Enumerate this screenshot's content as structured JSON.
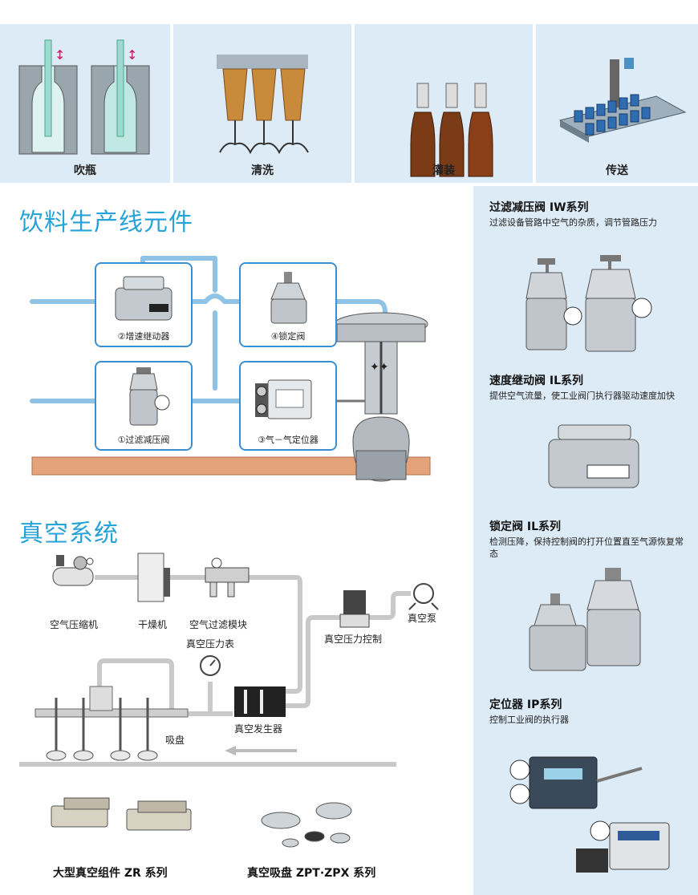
{
  "top_panels": [
    {
      "label": "吹瓶",
      "icon": "blow-molding-illustration"
    },
    {
      "label": "清洗",
      "icon": "washing-illustration"
    },
    {
      "label": "灌装",
      "icon": "filling-illustration"
    },
    {
      "label": "传送",
      "icon": "conveyor-illustration"
    }
  ],
  "beverage_section": {
    "title": "饮料生产线元件",
    "components": [
      {
        "label": "②增速继动器",
        "icon": "booster-relay-icon"
      },
      {
        "label": "④锁定阀",
        "icon": "lock-valve-icon"
      },
      {
        "label": "①过滤减压阀",
        "icon": "filter-regulator-icon"
      },
      {
        "label": "③气－气定位器",
        "icon": "positioner-icon"
      }
    ]
  },
  "vacuum_section": {
    "title": "真空系统",
    "labels": {
      "compressor": "空气压缩机",
      "dryer": "干燥机",
      "filter_module": "空气过滤模块",
      "gauge": "真空压力表",
      "control": "真空压力控制",
      "pump": "真空泵",
      "generator": "真空发生器",
      "suction": "吸盘"
    },
    "bottom_products": [
      {
        "label": "大型真空组件 ZR 系列"
      },
      {
        "label": "真空吸盘 ZPT·ZPX 系列"
      }
    ]
  },
  "products": [
    {
      "title": "过滤减压阀 IW系列",
      "desc": "过滤设备管路中空气的杂质，调节管路压力"
    },
    {
      "title": "速度继动阀 IL系列",
      "desc": "提供空气流量，使工业阀门执行器驱动速度加快"
    },
    {
      "title": "锁定阀 IL系列",
      "desc": "检测压降，保持控制阀的打开位置直至气源恢复常态"
    },
    {
      "title": "定位器 IP系列",
      "desc": "控制工业阀的执行器"
    }
  ],
  "colors": {
    "accent": "#27a3d8",
    "panel_bg": "#dcebf6",
    "pipe_blue": "#8ec3e6",
    "pipe_copper": "#e3a27a",
    "box_border": "#3b8fd0"
  }
}
